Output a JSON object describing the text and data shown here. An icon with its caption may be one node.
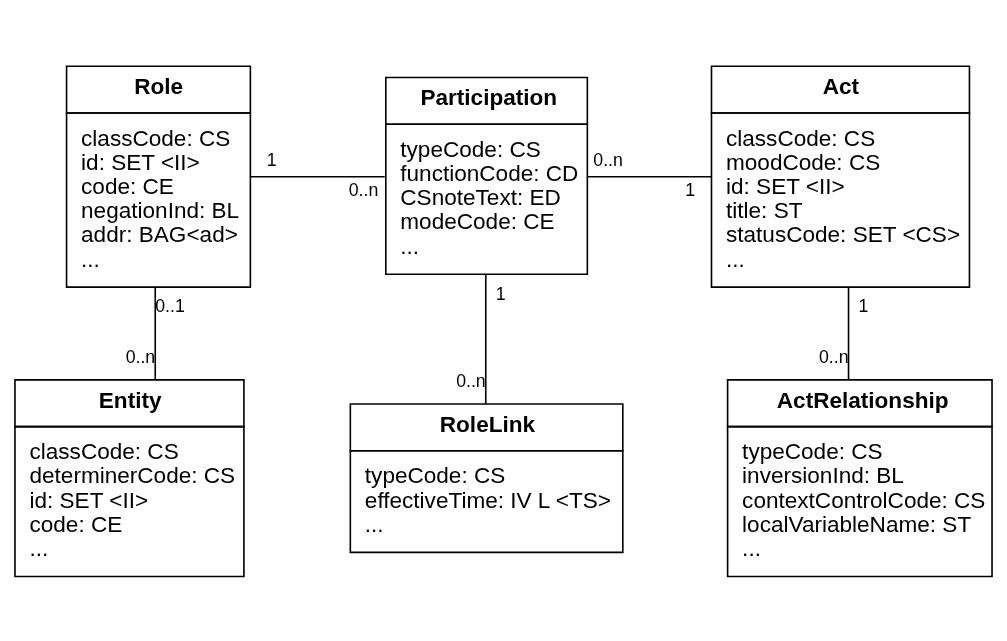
{
  "diagram": {
    "nodes": [
      {
        "text": [
          "Role",
          "classCode: CS",
          "id: SET <II>",
          "code: CE",
          "negationInd: BL",
          "addr: BAG<ad>",
          "..."
        ]
      },
      {
        "text": [
          "Participation",
          "typeCode: CS",
          "functionCode: CD",
          "CSnoteText: ED",
          "modeCode: CE",
          "..."
        ]
      },
      {
        "text": [
          "Act",
          "classCode: CS",
          "moodCode: CS",
          "id: SET <II>",
          "title: ST",
          "statusCode: SET <CS>",
          "..."
        ]
      },
      {
        "text": [
          "Entity",
          "classCode: CS",
          "determinerCode: CS",
          "id: SET <II>",
          "code: CE",
          "..."
        ]
      },
      {
        "text": [
          "RoleLink",
          "typeCode: CS",
          "effectiveTime: IV L <TS>",
          "..."
        ]
      },
      {
        "text": [
          "ActRelationship",
          "typeCode: CS",
          "inversionInd: BL",
          "contextControlCode: CS",
          "localVariableName: ST",
          "..."
        ]
      }
    ],
    "edges": [
      {
        "from": 0,
        "to": 1,
        "arrow": "none"
      },
      {
        "from": 1,
        "to": 2,
        "arrow": "none"
      },
      {
        "from": 0,
        "to": 3,
        "arrow": "none"
      },
      {
        "from": 1,
        "to": 4,
        "arrow": "none"
      },
      {
        "from": 2,
        "to": 5,
        "arrow": "none"
      }
    ],
    "labels": [
      "1",
      "0..n",
      "0..n",
      "1",
      "1",
      "0..1",
      "1",
      "0..n",
      "0..n",
      "0..n"
    ]
  }
}
